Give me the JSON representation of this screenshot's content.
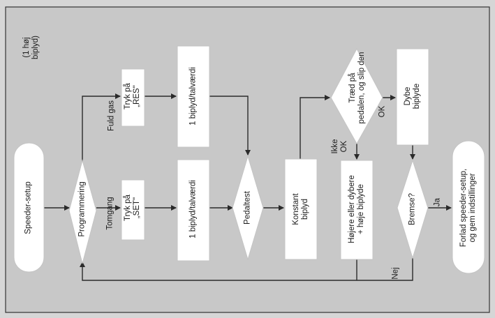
{
  "diagram": {
    "note": "(1 høj\nbiplyd)",
    "start": "Speeder-setup",
    "programming": "Programmering",
    "full_gas_label": "Fuld gas",
    "idle_label": "Tomgang",
    "press_res": "Tryk på\n„RES\"",
    "press_set": "Tryk på\n„SET\"",
    "beep_value_top": "1 biplyd/talværdi",
    "beep_value_bottom": "1 biplyd/talværdi",
    "pedal_test": "Pedaltest",
    "constant_beep": "Konstant\nbiplyd",
    "step_pedal": "Træd på\npedalen, og slip den",
    "ok_label": "OK",
    "not_ok_label": "Ikke\nOK",
    "deep_beeps": "Dybe\nbiplyde",
    "higher_lower": "Højere eller dybere\n+ høje biplyde",
    "brake": "Bremse?",
    "yes_label": "Ja",
    "no_label": "Nej",
    "exit": "Forlad speeder-setup,\nog gem indstillinger"
  }
}
